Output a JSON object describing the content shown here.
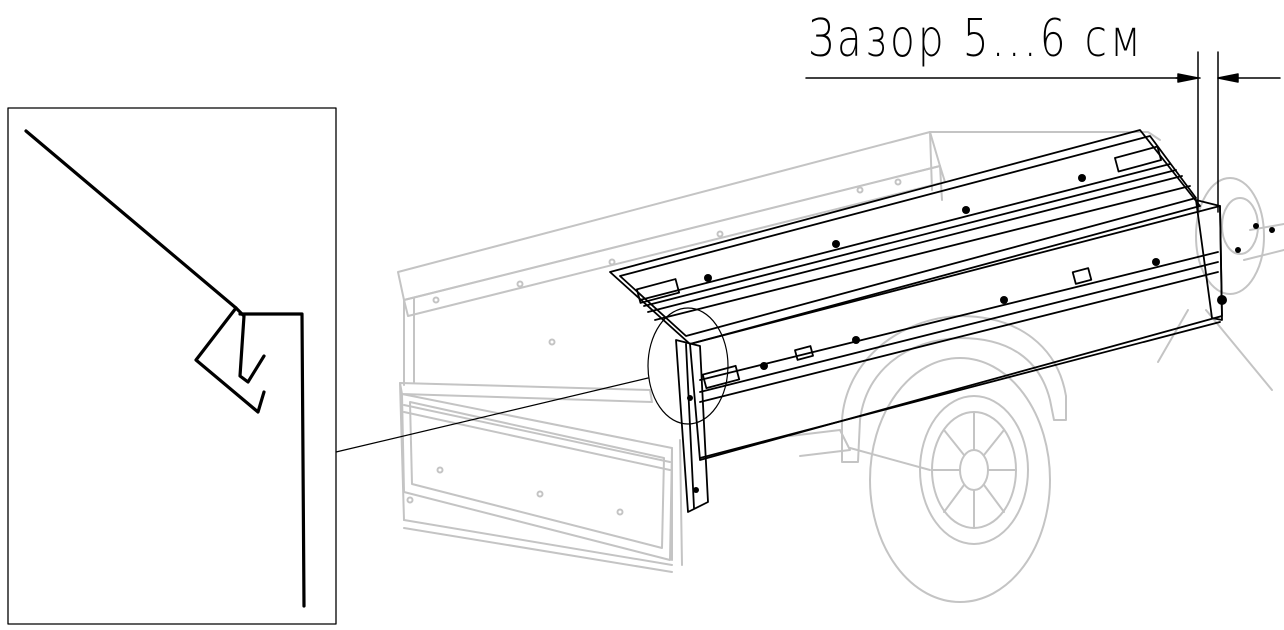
{
  "annotation": {
    "gap_label": "Зазор 5...6 см"
  },
  "colors": {
    "main_line": "#000000",
    "ghost_line": "#c4c4c4",
    "background": "#ffffff"
  },
  "icons": {
    "detail": "hook-profile-detail",
    "trailer": "trailer-side-board"
  }
}
